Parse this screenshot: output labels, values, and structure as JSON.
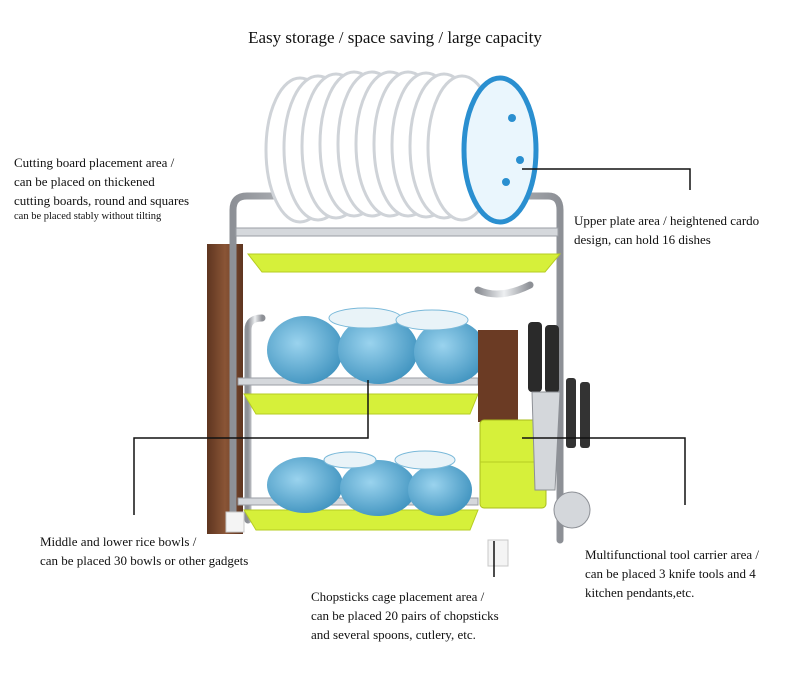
{
  "title": "Easy storage / space saving / large capacity",
  "callouts": {
    "cutting_board": {
      "line1": "Cutting board placement area /",
      "line2": "can be placed on thickened",
      "line3": "cutting boards, round and squares",
      "line4": "can be placed stably without tilting"
    },
    "upper_plate": {
      "line1": "Upper plate area / heightened cardo",
      "line2": "design, can hold 16 dishes"
    },
    "rice_bowls": {
      "line1": "Middle and lower rice bowls /",
      "line2": " can be placed 30 bowls or other gadgets"
    },
    "chopsticks": {
      "line1": "Chopsticks cage placement area /",
      "line2": "can be placed 20 pairs of chopsticks",
      "line3": "and several spoons, cutlery, etc."
    },
    "tool_carrier": {
      "line1": "Multifunctional tool carrier area /",
      "line2": " can be placed 3 knife tools and 4",
      "line3": "kitchen pendants,etc."
    }
  },
  "colors": {
    "tray": "#d6f03a",
    "chrome": "#c9ccd1",
    "wood": "#7a4a2e",
    "bowl": "#5fb2d8",
    "plate_rim": "#2a8fd0"
  }
}
